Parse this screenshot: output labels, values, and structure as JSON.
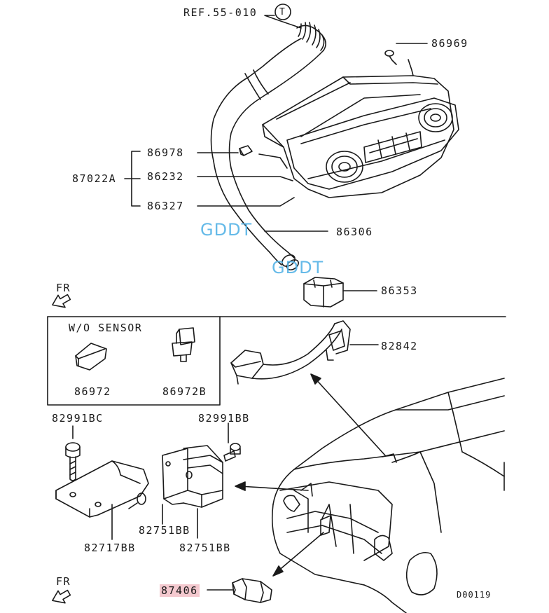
{
  "labels": {
    "ref": "REF.55-010",
    "ref_circle": "T",
    "p86969": "86969",
    "p86978": "86978",
    "p87022a": "87022A",
    "p86232": "86232",
    "p86327": "86327",
    "p86306": "86306",
    "p86353": "86353",
    "fr_top": "FR",
    "fr_bottom": "FR",
    "wo_sensor": "W/O SENSOR",
    "p86972": "86972",
    "p86972b": "86972B",
    "p82842": "82842",
    "p82991bc": "82991BC",
    "p82991bb": "82991BB",
    "p82751bb_a": "82751BB",
    "p82751bb_b": "82751BB",
    "p82717bb": "82717BB",
    "p87406": "87406",
    "code": "D00119"
  },
  "watermark": {
    "text_1": "GDDT",
    "text_2": "GDDT",
    "color": "#55b3e6"
  },
  "highlight_color": "#f4c9cf",
  "line_color": "#1a1a1a"
}
